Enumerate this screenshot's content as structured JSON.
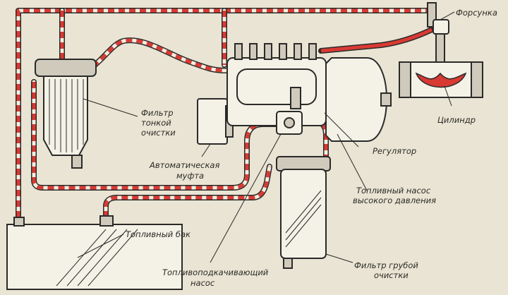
{
  "labels": {
    "injector": "Форсунка",
    "fine_filter": [
      "Фильтр",
      "тонкой",
      "очистки"
    ],
    "cylinder": "Цилиндр",
    "auto_coupling": [
      "Автоматическая",
      "муфта"
    ],
    "regulator": "Регулятор",
    "hp_pump": [
      "Топливный насос",
      "высокого давления"
    ],
    "fuel_tank": "Топливный бак",
    "priming_pump": [
      "Топливоподкачивающий",
      "насос"
    ],
    "coarse_filter": [
      "Фильтр грубой",
      "очистки"
    ]
  },
  "colors": {
    "fuel_red": "#d83a33",
    "line": "#2a2a2a",
    "paper": "#e9e4d3"
  }
}
